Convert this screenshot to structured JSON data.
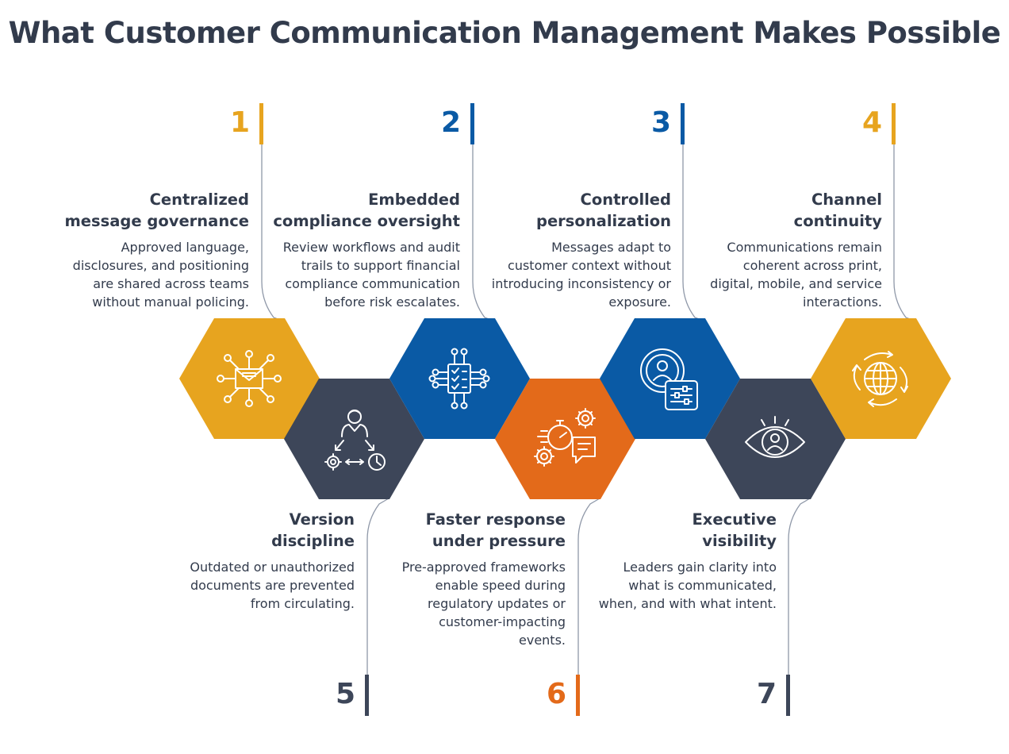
{
  "title": "What Customer Communication Management Makes Possible",
  "colors": {
    "gold": "#e7a41f",
    "blue": "#0a5aa5",
    "navy": "#3d4659",
    "orange": "#e36a1a",
    "line": "#8f98a8",
    "text": "#323b4c"
  },
  "items": [
    {
      "number": "1",
      "title_line1": "Centralized",
      "title_line2": "message governance",
      "desc_line1": "Approved language,",
      "desc_line2": "disclosures, and positioning",
      "desc_line3": "are shared across teams",
      "desc_line4": "without manual policing.",
      "color": "#e7a41f",
      "icon": "envelope-network-icon"
    },
    {
      "number": "2",
      "title_line1": "Embedded",
      "title_line2": "compliance oversight",
      "desc_line1": "Review workflows and audit",
      "desc_line2": "trails to support financial",
      "desc_line3": "compliance communication",
      "desc_line4": "before risk escalates.",
      "color": "#0a5aa5",
      "icon": "checklist-chip-icon"
    },
    {
      "number": "3",
      "title_line1": "Controlled",
      "title_line2": "personalization",
      "desc_line1": "Messages adapt to",
      "desc_line2": "customer context without",
      "desc_line3": "introducing inconsistency or",
      "desc_line4": "exposure.",
      "color": "#0a5aa5",
      "icon": "user-settings-icon"
    },
    {
      "number": "4",
      "title_line1": "Channel",
      "title_line2": "continuity",
      "desc_line1": "Communications remain",
      "desc_line2": "coherent across print,",
      "desc_line3": "digital, mobile, and service",
      "desc_line4": "interactions.",
      "color": "#e7a41f",
      "icon": "globe-cycle-icon"
    },
    {
      "number": "5",
      "title_line1": "Version",
      "title_line2": "discipline",
      "desc_line1": "Outdated or unauthorized",
      "desc_line2": "documents are prevented",
      "desc_line3": "from circulating.",
      "desc_line4": "",
      "color": "#3d4659",
      "icon": "person-process-icon"
    },
    {
      "number": "6",
      "title_line1": "Faster response",
      "title_line2": "under pressure",
      "desc_line1": "Pre-approved frameworks",
      "desc_line2": "enable speed during",
      "desc_line3": "regulatory updates or",
      "desc_line4": "customer-impacting",
      "desc_line5": "events.",
      "color": "#e36a1a",
      "icon": "gears-stopwatch-icon"
    },
    {
      "number": "7",
      "title_line1": "Executive",
      "title_line2": "visibility",
      "desc_line1": "Leaders gain clarity into",
      "desc_line2": "what is communicated,",
      "desc_line3": "when, and with what intent.",
      "desc_line4": "",
      "color": "#3d4659",
      "icon": "eye-person-icon"
    }
  ]
}
